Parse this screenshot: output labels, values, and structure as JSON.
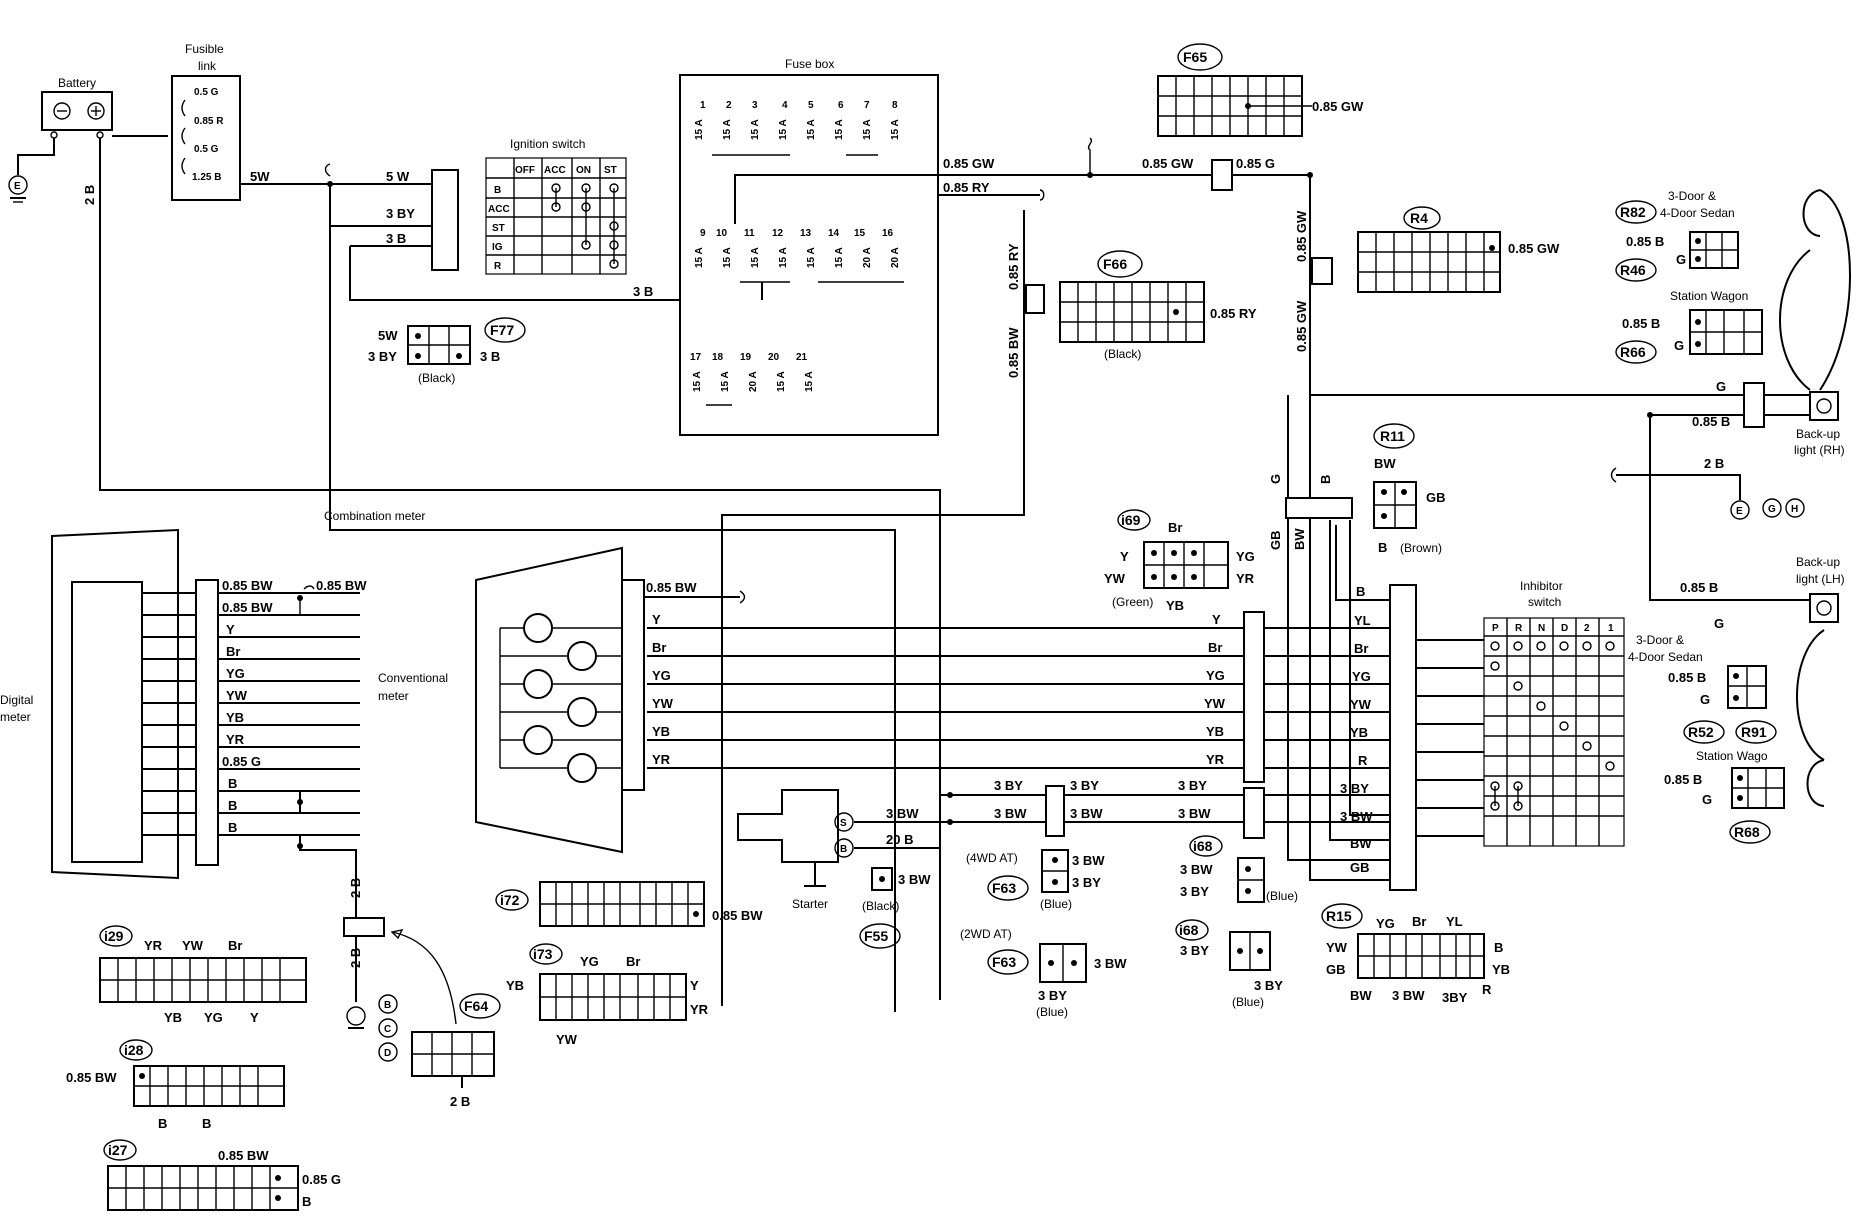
{
  "components": {
    "battery": "Battery",
    "fusible_link_1": "Fusible",
    "fusible_link_2": "link",
    "ignition_switch": "Ignition switch",
    "fuse_box": "Fuse box",
    "combination_meter": "Combination meter",
    "digital_meter_1": "Digital",
    "digital_meter_2": "meter",
    "conventional_meter_1": "Conventional",
    "conventional_meter_2": "meter",
    "starter": "Starter",
    "inhibitor_1": "Inhibitor",
    "inhibitor_2": "switch",
    "backup_rh_1": "Back-up",
    "backup_rh_2": "light (RH)",
    "backup_lh_1": "Back-up",
    "backup_lh_2": "light (LH)",
    "door_sedan_a_1": "3-Door &",
    "door_sedan_a_2": "4-Door Sedan",
    "station_wagon_a": "Station Wagon",
    "door_sedan_b_1": "3-Door &",
    "door_sedan_b_2": "4-Door Sedan",
    "station_wagon_b": "Station Wago"
  },
  "fusible_link": [
    "0.5 G",
    "0.85 R",
    "0.5 G",
    "1.25 B"
  ],
  "ignition_switch": {
    "columns": [
      "OFF",
      "ACC",
      "ON",
      "ST"
    ],
    "rows": [
      "B",
      "ACC",
      "ST",
      "IG",
      "R"
    ]
  },
  "fuses": {
    "row1": [
      "1",
      "2",
      "3",
      "4",
      "5",
      "6",
      "7",
      "8"
    ],
    "row2": [
      "9",
      "10",
      "11",
      "12",
      "13",
      "14",
      "15",
      "16"
    ],
    "row3": [
      "17",
      "18",
      "19",
      "20",
      "21"
    ],
    "amps_row1": [
      "15 A",
      "15 A",
      "15 A",
      "15 A",
      "15 A",
      "15 A",
      "15 A",
      "15 A"
    ],
    "amps_row2": [
      "15 A",
      "15 A",
      "15 A",
      "15 A",
      "15 A",
      "15 A",
      "20 A",
      "20 A"
    ],
    "amps_row3": [
      "15 A",
      "15 A",
      "20 A",
      "15 A",
      "15 A"
    ]
  },
  "connectors": {
    "F65": "F65",
    "R4": "R4",
    "F66": "F66",
    "F77": "F77",
    "R82": "R82",
    "R46": "R46",
    "R66": "R66",
    "R11": "R11",
    "i69": "i69",
    "i68a": "i68",
    "i68b": "i68",
    "F63a": "F63",
    "F63b": "F63",
    "F55": "F55",
    "i72": "i72",
    "i73": "i73",
    "i29": "i29",
    "i28": "i28",
    "i27": "i27",
    "F64": "F64",
    "R15": "R15",
    "R52": "R52",
    "R91": "R91",
    "R68": "R68"
  },
  "connector_notes": {
    "black": "(Black)",
    "black2": "(Black)",
    "black3": "(Black)",
    "green": "(Green)",
    "brown": "(Brown)",
    "blue1": "(Blue)",
    "blue2": "(Blue)",
    "blue3": "(Blue)",
    "blue4": "(Blue)",
    "wd4": "(4WD AT)",
    "wd2": "(2WD AT)"
  },
  "ground_marks": [
    "E",
    "E",
    "G",
    "H",
    "B",
    "C",
    "D"
  ],
  "starter_terminals": [
    "S",
    "B"
  ],
  "inhibitor_columns": [
    "P",
    "R",
    "N",
    "D",
    "2",
    "1"
  ],
  "wires": {
    "gnd_2B": "2 B",
    "w5W_a": "5W",
    "w5W_b": "5 W",
    "w3BY_a": "3 BY",
    "w3B_a": "3 B",
    "w3B_b": "3 B",
    "gw1": "0.85 GW",
    "gw2": "0.85 GW",
    "g1": "0.85 G",
    "ry1": "0.85 RY",
    "ry_v": "0.85 RY",
    "bw_v": "0.85 BW",
    "gw_v1": "0.85 GW",
    "gw_v2": "0.85 GW",
    "f65_gw": "0.85 GW",
    "r4_gw": "0.85 GW",
    "f66_ry": "0.85 RY",
    "f77_5W": "5W",
    "f77_3BY": "3 BY",
    "f77_3B": "3 B",
    "r82_B": "0.85 B",
    "r82_G": "G",
    "sw_B": "0.85 B",
    "sw_G": "G",
    "rh_G": "G",
    "rh_B": "0.85 B",
    "rh_2B": "2 B",
    "lh_B": "0.85 B",
    "lh_G": "G",
    "r52_B": "0.85 B",
    "r52_G": "G",
    "r68_B": "0.85 B",
    "r68_G": "G",
    "r11_BW": "BW",
    "r11_GB": "GB",
    "r11_B": "B",
    "i69_Br": "Br",
    "i69_Y": "Y",
    "i69_YW": "YW",
    "i69_YG": "YG",
    "i69_YR": "YR",
    "i69_YB": "YB",
    "v_G": "G",
    "v_GB": "GB",
    "v_BW": "BW",
    "v_B": "B",
    "dm": [
      "0.85 BW",
      "0.85 BW",
      "Y",
      "Br",
      "YG",
      "YW",
      "YB",
      "YR",
      "0.85 G",
      "B",
      "B",
      "B"
    ],
    "dm_extra": "0.85 BW",
    "cm": [
      "0.85 BW",
      "Y",
      "Br",
      "YG",
      "YW",
      "YB",
      "YR"
    ],
    "mid": [
      "Y",
      "Br",
      "YG",
      "YW",
      "YB",
      "YR"
    ],
    "inh": [
      "B",
      "YL",
      "Br",
      "YG",
      "YW",
      "YB",
      "R",
      "3 BY",
      "3 BW",
      "BW",
      "GB"
    ],
    "bot_3BY_1": "3 BY",
    "bot_3BY_2": "3 BY",
    "bot_3BY_3": "3 BY",
    "bot_3BW_1": "3 BW",
    "bot_3BW_2": "3 BW",
    "bot_3BW_3": "3 BW",
    "st_3BW": "3 BW",
    "st_20B": "20 B",
    "f55_3BW": "3 BW",
    "f63a_3BW": "3 BW",
    "f63a_3BY": "3 BY",
    "f63b_3BW": "3 BW",
    "f63b_3BY": "3 BY",
    "i68a_3BW": "3 BW",
    "i68a_3BY": "3 BY",
    "i68b_3BY": "3 BY",
    "i68b_3BY2": "3 BY",
    "f64_2B_a": "2 B",
    "f64_2B_b": "2 B",
    "f64_2B_c": "2 B",
    "i72_BW": "0.85 BW",
    "i73": [
      "YB",
      "YG",
      "Br",
      "Y",
      "YR",
      "YW"
    ],
    "i29": [
      "YR",
      "YW",
      "Br",
      "YB",
      "YG",
      "Y"
    ],
    "i28": [
      "0.85 BW",
      "B",
      "B"
    ],
    "i27": [
      "0.85 BW",
      "0.85 G",
      "B"
    ],
    "r15": [
      "YG",
      "Br",
      "YL",
      "YW",
      "B",
      "GB",
      "YB",
      "BW",
      "3 BW",
      "3BY",
      "R"
    ]
  }
}
